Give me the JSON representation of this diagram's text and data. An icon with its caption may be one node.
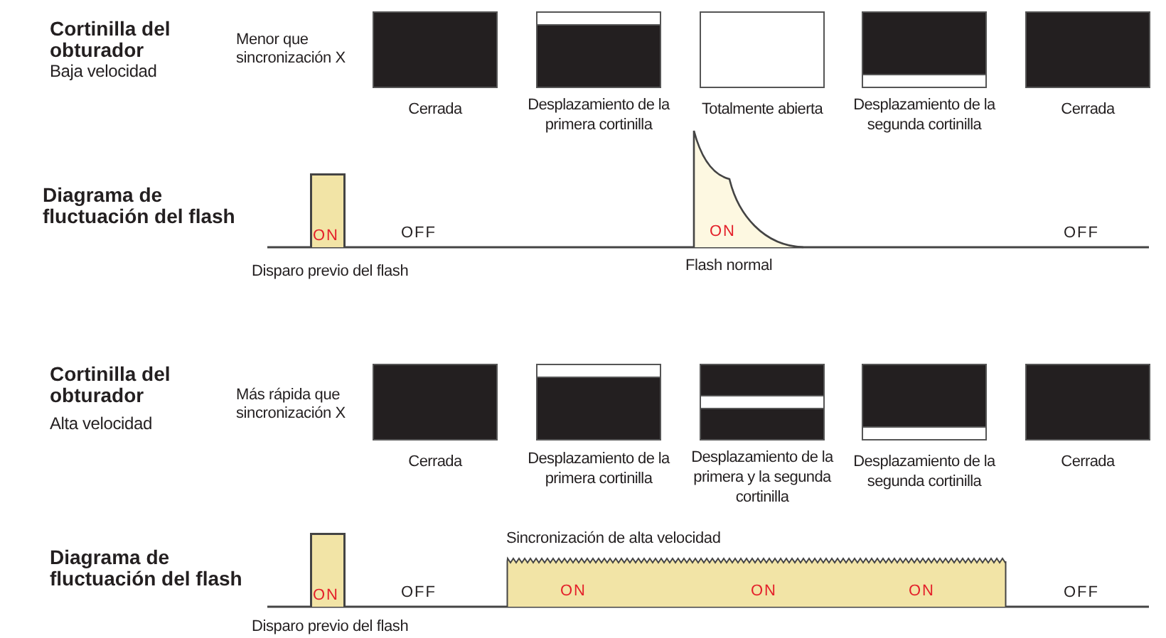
{
  "diagram": {
    "nodes": [
      {
        "text": [],
        "shape": "box",
        "beside": [
          "Cerrada"
        ]
      },
      {
        "text": [],
        "shape": "box",
        "beside": [
          "Desplazamiento de la primera cortinilla"
        ]
      },
      {
        "text": [],
        "shape": "box",
        "beside": [
          "Totalmente abierta"
        ]
      },
      {
        "text": [],
        "shape": "box",
        "beside": [
          "Desplazamiento de la segunda cortinilla"
        ]
      },
      {
        "text": [],
        "shape": "box",
        "beside": [
          "Cerrada"
        ]
      },
      {
        "text": [
          "ON"
        ],
        "beside": [
          "Disparo previo del flash"
        ]
      },
      {
        "text": [
          "ON"
        ],
        "beside": [
          "Flash normal"
        ]
      },
      {
        "text": [],
        "shape": "box",
        "beside": [
          "Cerrada"
        ]
      },
      {
        "text": [],
        "shape": "box",
        "beside": [
          "Desplazamiento de la primera cortinilla"
        ]
      },
      {
        "text": [],
        "shape": "box",
        "beside": [
          "Desplazamiento de la primera y la segunda cortinilla"
        ]
      },
      {
        "text": [],
        "shape": "box",
        "beside": [
          "Desplazamiento de la segunda cortinilla"
        ]
      },
      {
        "text": [],
        "shape": "box",
        "beside": [
          "Cerrada"
        ]
      },
      {
        "text": [
          "ON"
        ],
        "beside": [
          "Disparo previo del flash"
        ]
      },
      {
        "text": [
          "ON",
          "ON",
          "ON"
        ],
        "beside": [
          "Sincronización de alta velocidad"
        ]
      }
    ],
    "labels": [
      "Cortinilla del obturador",
      "Baja velocidad",
      "Menor que sincronización X",
      "Diagrama de fluctuación del flash",
      "OFF",
      "OFF",
      "Cortinilla del obturador",
      "Alta velocidad",
      "Más rápida que sincronización X",
      "Diagrama de fluctuación del flash",
      "OFF",
      "OFF"
    ]
  }
}
